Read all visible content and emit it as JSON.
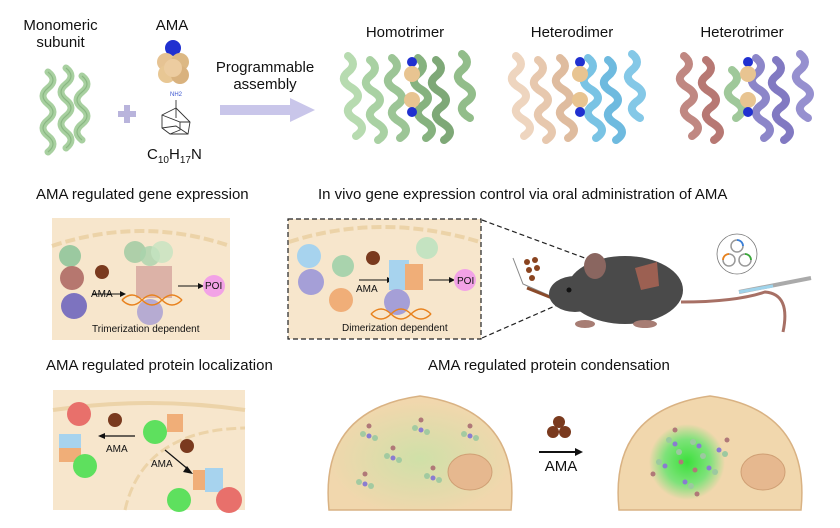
{
  "top_row": {
    "monomer_label_line1": "Monomeric",
    "monomer_label_line2": "subunit",
    "ama_label": "AMA",
    "plus_sign": "+",
    "amine_group": "NH2",
    "formula": {
      "c": "C",
      "c_count": "10",
      "h": "H",
      "h_count": "17",
      "n": "N"
    },
    "arrow_label_line1": "Programmable",
    "arrow_label_line2": "assembly",
    "assemblies": [
      {
        "label": "Homotrimer",
        "colors": [
          "#a9d1a3",
          "#9cc596",
          "#86b27f"
        ]
      },
      {
        "label": "Heterodimer",
        "colors": [
          "#e7c8ae",
          "#79c3e4"
        ]
      },
      {
        "label": "Heterotrimer",
        "colors": [
          "#b77873",
          "#9fc89a",
          "#8c86c9"
        ]
      }
    ]
  },
  "panels": {
    "gene_expression": {
      "title": "AMA regulated gene expression",
      "arrow_label": "AMA",
      "product": "POI",
      "caption": "Trimerization dependent"
    },
    "in_vivo": {
      "title": "In vivo gene expression control via oral administration of AMA",
      "arrow_label": "AMA",
      "product": "POI",
      "caption": "Dimerization dependent"
    },
    "localization": {
      "title": "AMA regulated protein localization",
      "arrow_label_left": "AMA",
      "arrow_label_right": "AMA"
    },
    "condensation": {
      "title": "AMA regulated protein condensation",
      "arrow_label": "AMA"
    }
  },
  "colors": {
    "ama_tan": "#e8c491",
    "ama_blue": "#2030d0",
    "ama_brown": "#7a3a1e",
    "cell_bg": "#f7e6cc",
    "cell_fill": "#f1d7ad",
    "nucleus": "#e6b88f",
    "poi_pink": "#f2a2e6",
    "arrow_lavender": "#c9c6ea",
    "mouse": "#4a4a4a",
    "dna_orange": "#e8821e",
    "condensate_green": "#4de84d"
  }
}
